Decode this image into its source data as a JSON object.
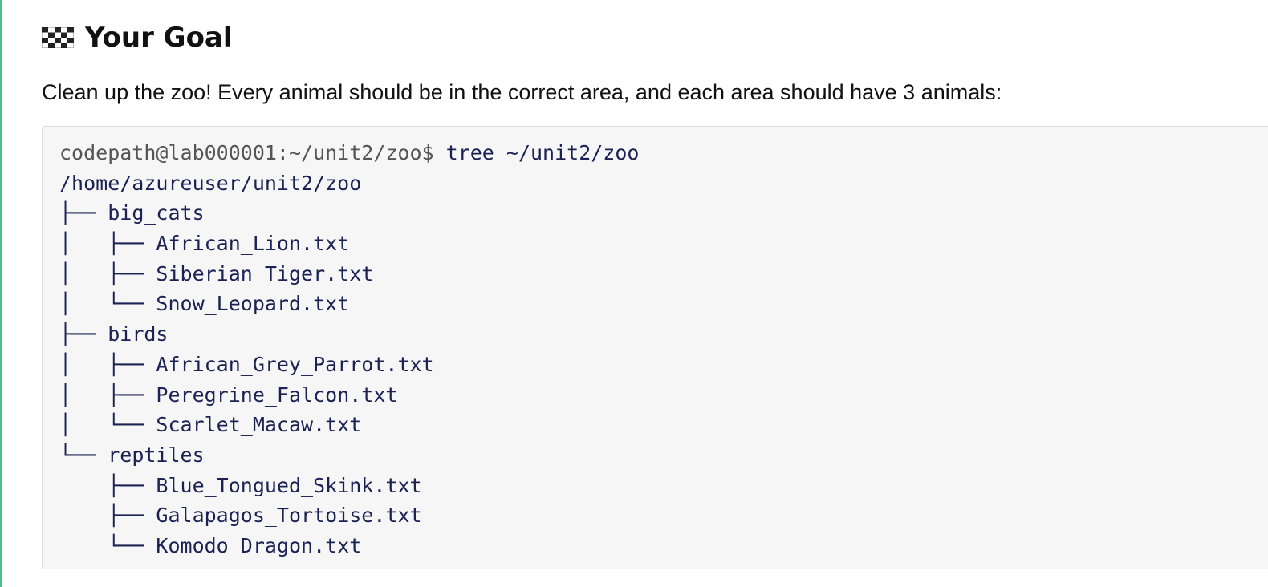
{
  "heading": {
    "icon": "checkered-flag-icon",
    "title": "Your Goal"
  },
  "intro_text": "Clean up the zoo! Every animal should be in the correct area, and each area should have 3 animals:",
  "terminal": {
    "prompt": "codepath@lab000001:~/unit2/zoo$ ",
    "command": "tree ~/unit2/zoo",
    "root_path": "/home/azureuser/unit2/zoo",
    "tree": [
      {
        "branch": "├── ",
        "name": "big_cats"
      },
      {
        "branch": "│   ├── ",
        "name": "African_Lion.txt"
      },
      {
        "branch": "│   ├── ",
        "name": "Siberian_Tiger.txt"
      },
      {
        "branch": "│   └── ",
        "name": "Snow_Leopard.txt"
      },
      {
        "branch": "├── ",
        "name": "birds"
      },
      {
        "branch": "│   ├── ",
        "name": "African_Grey_Parrot.txt"
      },
      {
        "branch": "│   ├── ",
        "name": "Peregrine_Falcon.txt"
      },
      {
        "branch": "│   └── ",
        "name": "Scarlet_Macaw.txt"
      },
      {
        "branch": "└── ",
        "name": "reptiles"
      },
      {
        "branch": "    ├── ",
        "name": "Blue_Tongued_Skink.txt"
      },
      {
        "branch": "    ├── ",
        "name": "Galapagos_Tortoise.txt"
      },
      {
        "branch": "    └── ",
        "name": "Komodo_Dragon.txt"
      }
    ]
  },
  "colors": {
    "accent_bar": "#4fc08d",
    "code_background": "#f6f6f6",
    "code_text": "#1b2152",
    "prompt_text": "#555555"
  }
}
